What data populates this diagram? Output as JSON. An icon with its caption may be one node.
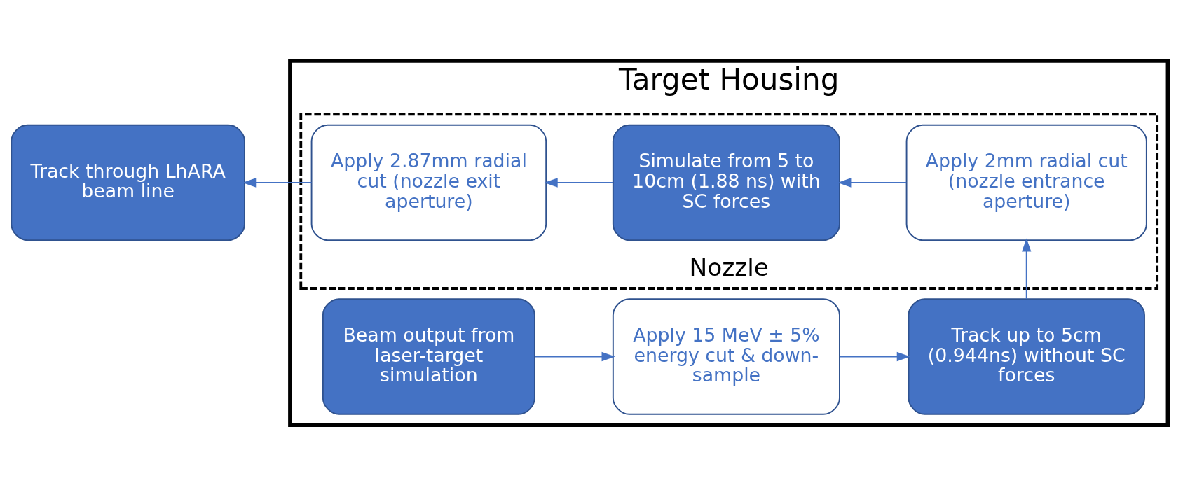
{
  "diagram": {
    "nodes": [
      {
        "text": [
          "Target Housing"
        ]
      },
      {
        "text": [
          "Beam output from laser-target simulation"
        ],
        "in": 0
      },
      {
        "text": [
          "Apply 15 MeV ± 5% energy cut & down-sample"
        ],
        "in": 0
      },
      {
        "text": [
          "Track up to 5cm (0.944ns) without SC forces"
        ],
        "in": 0
      },
      {
        "text": [
          "Nozzle"
        ],
        "in": 0
      },
      {
        "text": [
          "Apply 2mm radial cut (nozzle entrance aperture)"
        ],
        "in": 4
      },
      {
        "text": [
          "Simulate from 5 to 10cm (1.88 ns) with SC forces"
        ],
        "in": 4
      },
      {
        "text": [
          "Apply 2.87mm radial cut (nozzle exit aperture)"
        ],
        "in": 4
      },
      {
        "text": [
          "Track through LhARA beam line"
        ]
      }
    ],
    "edges": [
      {
        "from": 1,
        "to": 2,
        "arrow": "to"
      },
      {
        "from": 2,
        "to": 3,
        "arrow": "to"
      },
      {
        "from": 3,
        "to": 5,
        "arrow": "to"
      },
      {
        "from": 5,
        "to": 6,
        "arrow": "to"
      },
      {
        "from": 6,
        "to": 7,
        "arrow": "to"
      },
      {
        "from": 7,
        "to": 8,
        "arrow": "to"
      }
    ]
  }
}
